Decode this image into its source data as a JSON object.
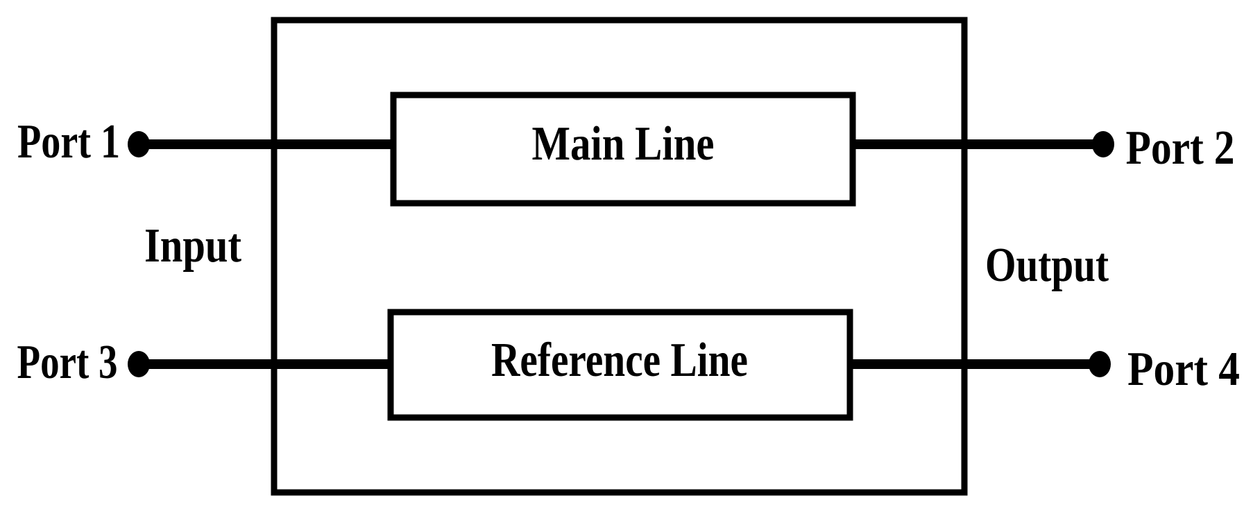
{
  "diagram": {
    "description": "Four-port device block diagram",
    "blocks": {
      "main": "Main Line",
      "reference": "Reference Line"
    },
    "ports": {
      "port1": "Port 1",
      "port2": "Port 2",
      "port3": "Port 3",
      "port4": "Port 4"
    },
    "labels": {
      "input": "Input",
      "output": "Output"
    },
    "colors": {
      "ink": "#000000",
      "background": "#ffffff"
    }
  }
}
